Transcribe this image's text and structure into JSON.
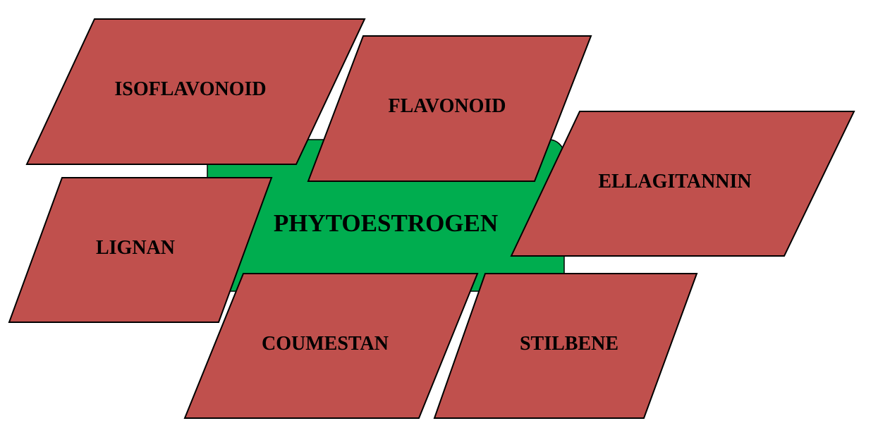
{
  "center": {
    "label": "PHYTOESTROGEN",
    "color": "#00AD4F"
  },
  "node_color": "#C0504D",
  "nodes": [
    {
      "id": "isoflavonoid",
      "label": "ISOFLAVONOID"
    },
    {
      "id": "flavonoid",
      "label": "FLAVONOID"
    },
    {
      "id": "ellagitannin",
      "label": "ELLAGITANNIN"
    },
    {
      "id": "lignan",
      "label": "LIGNAN"
    },
    {
      "id": "coumestan",
      "label": "COUMESTAN"
    },
    {
      "id": "stilbene",
      "label": "STILBENE"
    }
  ]
}
